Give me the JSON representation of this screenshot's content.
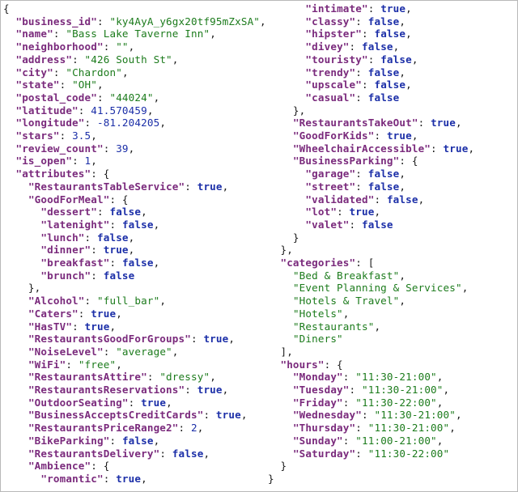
{
  "left_lines": [
    [
      [
        "p",
        "{"
      ]
    ],
    [
      [
        "p",
        "  "
      ],
      [
        "k",
        "\"business_id\""
      ],
      [
        "p",
        ": "
      ],
      [
        "s",
        "\"ky4AyA_y6gx20tf95mZxSA\""
      ],
      [
        "p",
        ","
      ]
    ],
    [
      [
        "p",
        "  "
      ],
      [
        "k",
        "\"name\""
      ],
      [
        "p",
        ": "
      ],
      [
        "s",
        "\"Bass Lake Taverne Inn\""
      ],
      [
        "p",
        ","
      ]
    ],
    [
      [
        "p",
        "  "
      ],
      [
        "k",
        "\"neighborhood\""
      ],
      [
        "p",
        ": "
      ],
      [
        "s",
        "\"\""
      ],
      [
        "p",
        ","
      ]
    ],
    [
      [
        "p",
        "  "
      ],
      [
        "k",
        "\"address\""
      ],
      [
        "p",
        ": "
      ],
      [
        "s",
        "\"426 South St\""
      ],
      [
        "p",
        ","
      ]
    ],
    [
      [
        "p",
        "  "
      ],
      [
        "k",
        "\"city\""
      ],
      [
        "p",
        ": "
      ],
      [
        "s",
        "\"Chardon\""
      ],
      [
        "p",
        ","
      ]
    ],
    [
      [
        "p",
        "  "
      ],
      [
        "k",
        "\"state\""
      ],
      [
        "p",
        ": "
      ],
      [
        "s",
        "\"OH\""
      ],
      [
        "p",
        ","
      ]
    ],
    [
      [
        "p",
        "  "
      ],
      [
        "k",
        "\"postal_code\""
      ],
      [
        "p",
        ": "
      ],
      [
        "s",
        "\"44024\""
      ],
      [
        "p",
        ","
      ]
    ],
    [
      [
        "p",
        "  "
      ],
      [
        "k",
        "\"latitude\""
      ],
      [
        "p",
        ": "
      ],
      [
        "n",
        "41.570459"
      ],
      [
        "p",
        ","
      ]
    ],
    [
      [
        "p",
        "  "
      ],
      [
        "k",
        "\"longitude\""
      ],
      [
        "p",
        ": "
      ],
      [
        "n",
        "-81.204205"
      ],
      [
        "p",
        ","
      ]
    ],
    [
      [
        "p",
        "  "
      ],
      [
        "k",
        "\"stars\""
      ],
      [
        "p",
        ": "
      ],
      [
        "n",
        "3.5"
      ],
      [
        "p",
        ","
      ]
    ],
    [
      [
        "p",
        "  "
      ],
      [
        "k",
        "\"review_count\""
      ],
      [
        "p",
        ": "
      ],
      [
        "n",
        "39"
      ],
      [
        "p",
        ","
      ]
    ],
    [
      [
        "p",
        "  "
      ],
      [
        "k",
        "\"is_open\""
      ],
      [
        "p",
        ": "
      ],
      [
        "n",
        "1"
      ],
      [
        "p",
        ","
      ]
    ],
    [
      [
        "p",
        "  "
      ],
      [
        "k",
        "\"attributes\""
      ],
      [
        "p",
        ": {"
      ]
    ],
    [
      [
        "p",
        "    "
      ],
      [
        "k",
        "\"RestaurantsTableService\""
      ],
      [
        "p",
        ": "
      ],
      [
        "b",
        "true"
      ],
      [
        "p",
        ","
      ]
    ],
    [
      [
        "p",
        "    "
      ],
      [
        "k",
        "\"GoodForMeal\""
      ],
      [
        "p",
        ": {"
      ]
    ],
    [
      [
        "p",
        "      "
      ],
      [
        "k",
        "\"dessert\""
      ],
      [
        "p",
        ": "
      ],
      [
        "b",
        "false"
      ],
      [
        "p",
        ","
      ]
    ],
    [
      [
        "p",
        "      "
      ],
      [
        "k",
        "\"latenight\""
      ],
      [
        "p",
        ": "
      ],
      [
        "b",
        "false"
      ],
      [
        "p",
        ","
      ]
    ],
    [
      [
        "p",
        "      "
      ],
      [
        "k",
        "\"lunch\""
      ],
      [
        "p",
        ": "
      ],
      [
        "b",
        "false"
      ],
      [
        "p",
        ","
      ]
    ],
    [
      [
        "p",
        "      "
      ],
      [
        "k",
        "\"dinner\""
      ],
      [
        "p",
        ": "
      ],
      [
        "b",
        "true"
      ],
      [
        "p",
        ","
      ]
    ],
    [
      [
        "p",
        "      "
      ],
      [
        "k",
        "\"breakfast\""
      ],
      [
        "p",
        ": "
      ],
      [
        "b",
        "false"
      ],
      [
        "p",
        ","
      ]
    ],
    [
      [
        "p",
        "      "
      ],
      [
        "k",
        "\"brunch\""
      ],
      [
        "p",
        ": "
      ],
      [
        "b",
        "false"
      ]
    ],
    [
      [
        "p",
        "    },"
      ]
    ],
    [
      [
        "p",
        "    "
      ],
      [
        "k",
        "\"Alcohol\""
      ],
      [
        "p",
        ": "
      ],
      [
        "s",
        "\"full_bar\""
      ],
      [
        "p",
        ","
      ]
    ],
    [
      [
        "p",
        "    "
      ],
      [
        "k",
        "\"Caters\""
      ],
      [
        "p",
        ": "
      ],
      [
        "b",
        "true"
      ],
      [
        "p",
        ","
      ]
    ],
    [
      [
        "p",
        "    "
      ],
      [
        "k",
        "\"HasTV\""
      ],
      [
        "p",
        ": "
      ],
      [
        "b",
        "true"
      ],
      [
        "p",
        ","
      ]
    ],
    [
      [
        "p",
        "    "
      ],
      [
        "k",
        "\"RestaurantsGoodForGroups\""
      ],
      [
        "p",
        ": "
      ],
      [
        "b",
        "true"
      ],
      [
        "p",
        ","
      ]
    ],
    [
      [
        "p",
        "    "
      ],
      [
        "k",
        "\"NoiseLevel\""
      ],
      [
        "p",
        ": "
      ],
      [
        "s",
        "\"average\""
      ],
      [
        "p",
        ","
      ]
    ],
    [
      [
        "p",
        "    "
      ],
      [
        "k",
        "\"WiFi\""
      ],
      [
        "p",
        ": "
      ],
      [
        "s",
        "\"free\""
      ],
      [
        "p",
        ","
      ]
    ],
    [
      [
        "p",
        "    "
      ],
      [
        "k",
        "\"RestaurantsAttire\""
      ],
      [
        "p",
        ": "
      ],
      [
        "s",
        "\"dressy\""
      ],
      [
        "p",
        ","
      ]
    ],
    [
      [
        "p",
        "    "
      ],
      [
        "k",
        "\"RestaurantsReservations\""
      ],
      [
        "p",
        ": "
      ],
      [
        "b",
        "true"
      ],
      [
        "p",
        ","
      ]
    ],
    [
      [
        "p",
        "    "
      ],
      [
        "k",
        "\"OutdoorSeating\""
      ],
      [
        "p",
        ": "
      ],
      [
        "b",
        "true"
      ],
      [
        "p",
        ","
      ]
    ],
    [
      [
        "p",
        "    "
      ],
      [
        "k",
        "\"BusinessAcceptsCreditCards\""
      ],
      [
        "p",
        ": "
      ],
      [
        "b",
        "true"
      ],
      [
        "p",
        ","
      ]
    ],
    [
      [
        "p",
        "    "
      ],
      [
        "k",
        "\"RestaurantsPriceRange2\""
      ],
      [
        "p",
        ": "
      ],
      [
        "n",
        "2"
      ],
      [
        "p",
        ","
      ]
    ],
    [
      [
        "p",
        "    "
      ],
      [
        "k",
        "\"BikeParking\""
      ],
      [
        "p",
        ": "
      ],
      [
        "b",
        "false"
      ],
      [
        "p",
        ","
      ]
    ],
    [
      [
        "p",
        "    "
      ],
      [
        "k",
        "\"RestaurantsDelivery\""
      ],
      [
        "p",
        ": "
      ],
      [
        "b",
        "false"
      ],
      [
        "p",
        ","
      ]
    ],
    [
      [
        "p",
        "    "
      ],
      [
        "k",
        "\"Ambience\""
      ],
      [
        "p",
        ": {"
      ]
    ],
    [
      [
        "p",
        "      "
      ],
      [
        "k",
        "\"romantic\""
      ],
      [
        "p",
        ": "
      ],
      [
        "b",
        "true"
      ],
      [
        "p",
        ","
      ]
    ]
  ],
  "right_lines": [
    [
      [
        "p",
        "      "
      ],
      [
        "k",
        "\"intimate\""
      ],
      [
        "p",
        ": "
      ],
      [
        "b",
        "true"
      ],
      [
        "p",
        ","
      ]
    ],
    [
      [
        "p",
        "      "
      ],
      [
        "k",
        "\"classy\""
      ],
      [
        "p",
        ": "
      ],
      [
        "b",
        "false"
      ],
      [
        "p",
        ","
      ]
    ],
    [
      [
        "p",
        "      "
      ],
      [
        "k",
        "\"hipster\""
      ],
      [
        "p",
        ": "
      ],
      [
        "b",
        "false"
      ],
      [
        "p",
        ","
      ]
    ],
    [
      [
        "p",
        "      "
      ],
      [
        "k",
        "\"divey\""
      ],
      [
        "p",
        ": "
      ],
      [
        "b",
        "false"
      ],
      [
        "p",
        ","
      ]
    ],
    [
      [
        "p",
        "      "
      ],
      [
        "k",
        "\"touristy\""
      ],
      [
        "p",
        ": "
      ],
      [
        "b",
        "false"
      ],
      [
        "p",
        ","
      ]
    ],
    [
      [
        "p",
        "      "
      ],
      [
        "k",
        "\"trendy\""
      ],
      [
        "p",
        ": "
      ],
      [
        "b",
        "false"
      ],
      [
        "p",
        ","
      ]
    ],
    [
      [
        "p",
        "      "
      ],
      [
        "k",
        "\"upscale\""
      ],
      [
        "p",
        ": "
      ],
      [
        "b",
        "false"
      ],
      [
        "p",
        ","
      ]
    ],
    [
      [
        "p",
        "      "
      ],
      [
        "k",
        "\"casual\""
      ],
      [
        "p",
        ": "
      ],
      [
        "b",
        "false"
      ]
    ],
    [
      [
        "p",
        "    },"
      ]
    ],
    [
      [
        "p",
        "    "
      ],
      [
        "k",
        "\"RestaurantsTakeOut\""
      ],
      [
        "p",
        ": "
      ],
      [
        "b",
        "true"
      ],
      [
        "p",
        ","
      ]
    ],
    [
      [
        "p",
        "    "
      ],
      [
        "k",
        "\"GoodForKids\""
      ],
      [
        "p",
        ": "
      ],
      [
        "b",
        "true"
      ],
      [
        "p",
        ","
      ]
    ],
    [
      [
        "p",
        "    "
      ],
      [
        "k",
        "\"WheelchairAccessible\""
      ],
      [
        "p",
        ": "
      ],
      [
        "b",
        "true"
      ],
      [
        "p",
        ","
      ]
    ],
    [
      [
        "p",
        "    "
      ],
      [
        "k",
        "\"BusinessParking\""
      ],
      [
        "p",
        ": {"
      ]
    ],
    [
      [
        "p",
        "      "
      ],
      [
        "k",
        "\"garage\""
      ],
      [
        "p",
        ": "
      ],
      [
        "b",
        "false"
      ],
      [
        "p",
        ","
      ]
    ],
    [
      [
        "p",
        "      "
      ],
      [
        "k",
        "\"street\""
      ],
      [
        "p",
        ": "
      ],
      [
        "b",
        "false"
      ],
      [
        "p",
        ","
      ]
    ],
    [
      [
        "p",
        "      "
      ],
      [
        "k",
        "\"validated\""
      ],
      [
        "p",
        ": "
      ],
      [
        "b",
        "false"
      ],
      [
        "p",
        ","
      ]
    ],
    [
      [
        "p",
        "      "
      ],
      [
        "k",
        "\"lot\""
      ],
      [
        "p",
        ": "
      ],
      [
        "b",
        "true"
      ],
      [
        "p",
        ","
      ]
    ],
    [
      [
        "p",
        "      "
      ],
      [
        "k",
        "\"valet\""
      ],
      [
        "p",
        ": "
      ],
      [
        "b",
        "false"
      ]
    ],
    [
      [
        "p",
        "    }"
      ]
    ],
    [
      [
        "p",
        "  },"
      ]
    ],
    [
      [
        "p",
        "  "
      ],
      [
        "k",
        "\"categories\""
      ],
      [
        "p",
        ": ["
      ]
    ],
    [
      [
        "p",
        "    "
      ],
      [
        "s",
        "\"Bed & Breakfast\""
      ],
      [
        "p",
        ","
      ]
    ],
    [
      [
        "p",
        "    "
      ],
      [
        "s",
        "\"Event Planning & Services\""
      ],
      [
        "p",
        ","
      ]
    ],
    [
      [
        "p",
        "    "
      ],
      [
        "s",
        "\"Hotels & Travel\""
      ],
      [
        "p",
        ","
      ]
    ],
    [
      [
        "p",
        "    "
      ],
      [
        "s",
        "\"Hotels\""
      ],
      [
        "p",
        ","
      ]
    ],
    [
      [
        "p",
        "    "
      ],
      [
        "s",
        "\"Restaurants\""
      ],
      [
        "p",
        ","
      ]
    ],
    [
      [
        "p",
        "    "
      ],
      [
        "s",
        "\"Diners\""
      ]
    ],
    [
      [
        "p",
        "  ],"
      ]
    ],
    [
      [
        "p",
        "  "
      ],
      [
        "k",
        "\"hours\""
      ],
      [
        "p",
        ": {"
      ]
    ],
    [
      [
        "p",
        "    "
      ],
      [
        "k",
        "\"Monday\""
      ],
      [
        "p",
        ": "
      ],
      [
        "s",
        "\"11:30-21:00\""
      ],
      [
        "p",
        ","
      ]
    ],
    [
      [
        "p",
        "    "
      ],
      [
        "k",
        "\"Tuesday\""
      ],
      [
        "p",
        ": "
      ],
      [
        "s",
        "\"11:30-21:00\""
      ],
      [
        "p",
        ","
      ]
    ],
    [
      [
        "p",
        "    "
      ],
      [
        "k",
        "\"Friday\""
      ],
      [
        "p",
        ": "
      ],
      [
        "s",
        "\"11:30-22:00\""
      ],
      [
        "p",
        ","
      ]
    ],
    [
      [
        "p",
        "    "
      ],
      [
        "k",
        "\"Wednesday\""
      ],
      [
        "p",
        ": "
      ],
      [
        "s",
        "\"11:30-21:00\""
      ],
      [
        "p",
        ","
      ]
    ],
    [
      [
        "p",
        "    "
      ],
      [
        "k",
        "\"Thursday\""
      ],
      [
        "p",
        ": "
      ],
      [
        "s",
        "\"11:30-21:00\""
      ],
      [
        "p",
        ","
      ]
    ],
    [
      [
        "p",
        "    "
      ],
      [
        "k",
        "\"Sunday\""
      ],
      [
        "p",
        ": "
      ],
      [
        "s",
        "\"11:00-21:00\""
      ],
      [
        "p",
        ","
      ]
    ],
    [
      [
        "p",
        "    "
      ],
      [
        "k",
        "\"Saturday\""
      ],
      [
        "p",
        ": "
      ],
      [
        "s",
        "\"11:30-22:00\""
      ]
    ],
    [
      [
        "p",
        "  }"
      ]
    ],
    [
      [
        "p",
        "}"
      ]
    ]
  ]
}
